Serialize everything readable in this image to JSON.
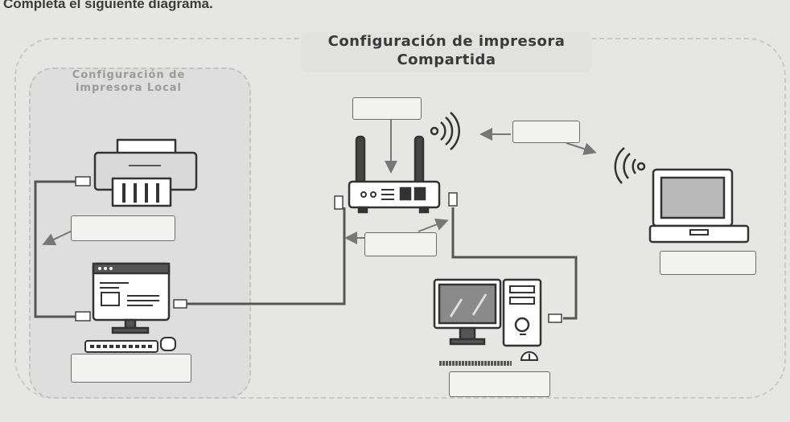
{
  "instruction": "Completa el siguiente diagrama.",
  "titles": {
    "shared": "Configuración de impresora Compartida",
    "local": "Configuración de impresora Local"
  },
  "answer_boxes": [
    "",
    "",
    "",
    "",
    "",
    "",
    ""
  ],
  "icons": [
    "printer-icon",
    "desktop-computer-icon",
    "keyboard-icon",
    "mouse-icon",
    "router-icon",
    "wifi-signal-icon",
    "laptop-icon",
    "tower-pc-icon",
    "monitor-icon"
  ],
  "colors": {
    "background": "#e6e6e4",
    "line": "#555555",
    "box_border": "#6d6d6d"
  }
}
